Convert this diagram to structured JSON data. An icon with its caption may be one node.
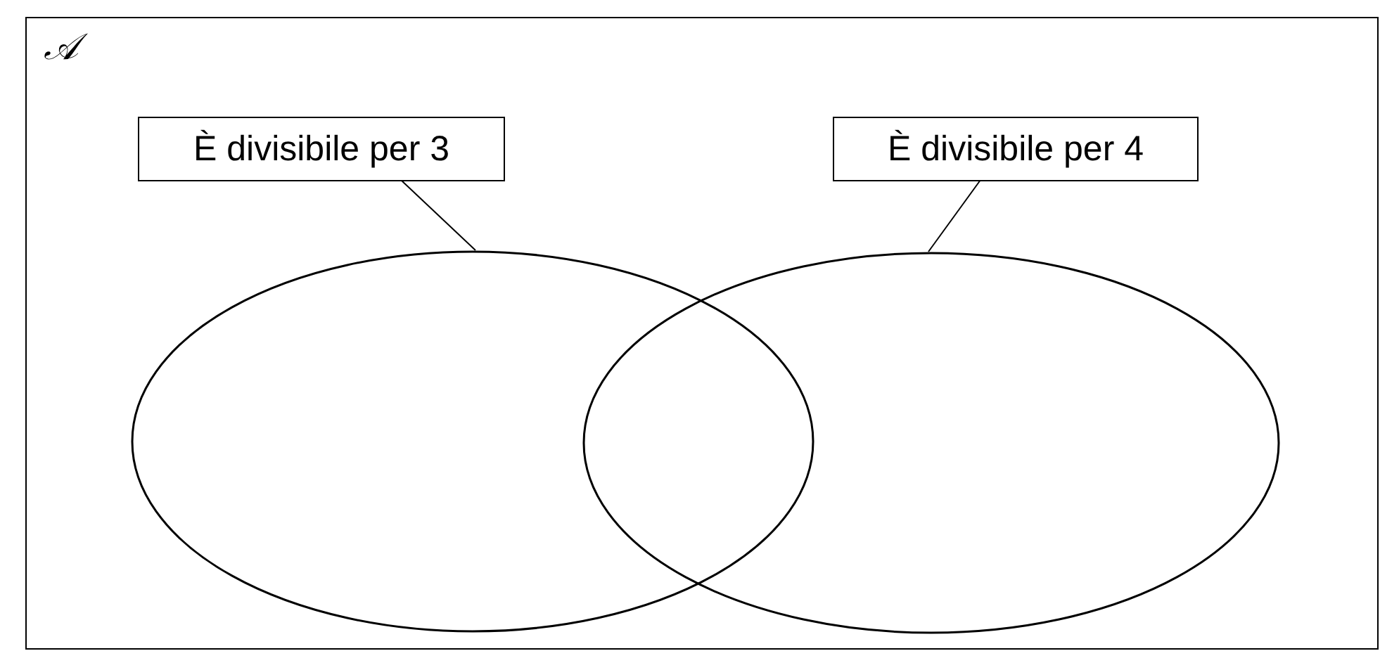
{
  "diagram": {
    "nodes": [
      {
        "text": [
          "𝒜"
        ]
      },
      {
        "text": [
          "È divisibile per 3"
        ],
        "in": 0
      },
      {
        "text": [
          "È divisibile per 4"
        ],
        "in": 0
      },
      {
        "text": [],
        "shape": "ellipse",
        "in": 0
      },
      {
        "text": [],
        "shape": "ellipse",
        "in": 0
      }
    ],
    "edges": [
      {
        "from": 1,
        "to": 3,
        "arrow": "none"
      },
      {
        "from": 2,
        "to": 4,
        "arrow": "none"
      }
    ]
  }
}
